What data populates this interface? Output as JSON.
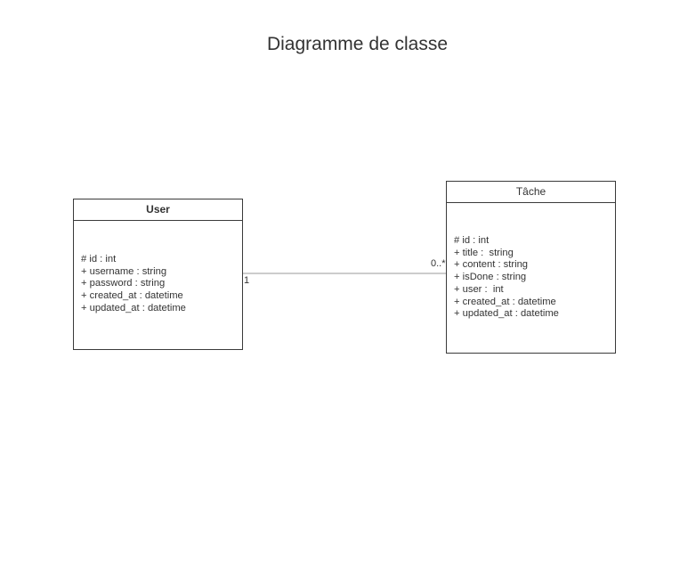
{
  "diagram": {
    "title": "Diagramme de classe",
    "classes": [
      {
        "name": "User",
        "attributes": [
          "# id : int",
          "+ username : string",
          "+ password : string",
          "+ created_at : datetime",
          "+ updated_at : datetime"
        ]
      },
      {
        "name": "Tâche",
        "attributes": [
          "# id : int",
          "+ title :  string",
          "+ content : string",
          "+ isDone : string",
          "+ user :  int",
          "+ created_at : datetime",
          "+ updated_at : datetime"
        ]
      }
    ],
    "association": {
      "source_multiplicity": "1",
      "target_multiplicity": "0..*"
    },
    "colors": {
      "border": "#3a3a3a",
      "line": "#9a9a9a",
      "text": "#333333"
    }
  }
}
